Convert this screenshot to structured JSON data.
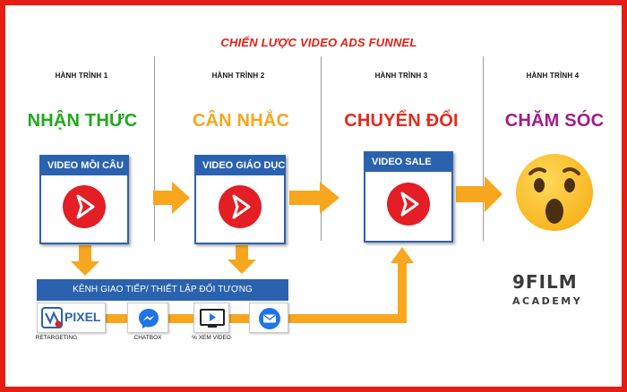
{
  "title": "CHIẾN LƯỢC VIDEO ADS FUNNEL",
  "journeys": [
    {
      "label": "HÀNH TRÌNH 1",
      "stage": "NHẬN THỨC",
      "color": "#21a81f"
    },
    {
      "label": "HÀNH TRÌNH 2",
      "stage": "CÂN NHẮC",
      "color": "#f7a61d"
    },
    {
      "label": "HÀNH TRÌNH 3",
      "stage": "CHUYỂN ĐỔI",
      "color": "#e52a1c"
    },
    {
      "label": "HÀNH TRÌNH 4",
      "stage": "CHĂM SÓC",
      "color": "#a21b8b"
    }
  ],
  "videos": [
    {
      "title": "VIDEO MỒI CÂU"
    },
    {
      "title": "VIDEO GIÁO DỤC"
    },
    {
      "title": "VIDEO SALE"
    }
  ],
  "engagement_bar": "KÊNH GIAO TIẾP/ THIẾT LẬP ĐỐI TƯỢNG",
  "tools": [
    {
      "caption": "RETARGETING",
      "icon": "pixel-logo-icon",
      "text": "PIXEL"
    },
    {
      "caption": "CHATBOX",
      "icon": "messenger-icon"
    },
    {
      "caption": "% XEM VIDEO",
      "icon": "video-view-icon"
    },
    {
      "caption": "",
      "icon": "email-icon"
    }
  ],
  "logo": {
    "line1": "9FILM",
    "line2": "ACADEMY"
  },
  "colors": {
    "brand_red": "#e41e14",
    "blue": "#2b62b0",
    "arrow": "#f7a61d",
    "play_red": "#e31e24"
  }
}
